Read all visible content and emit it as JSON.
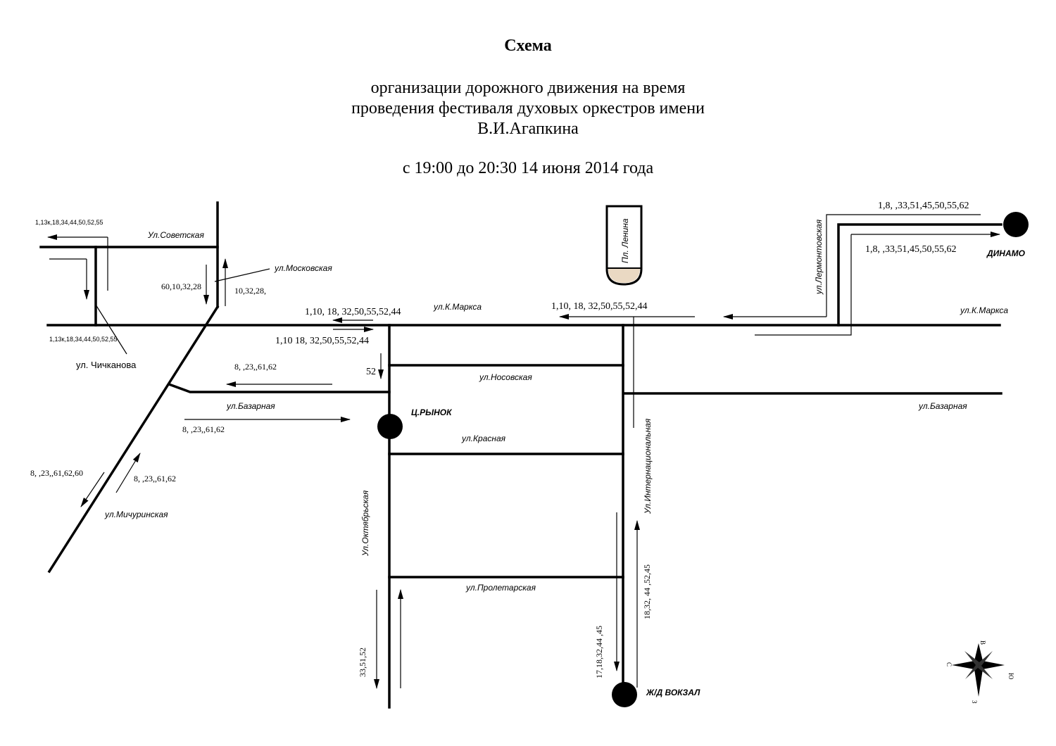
{
  "header": {
    "title": "Схема",
    "subtitle_line1": "организации дорожного движения на время",
    "subtitle_line2": "проведения фестиваля духовых оркестров имени",
    "subtitle_line3": "В.И.Агапкина",
    "time": "с 19:00 до 20:30 14 июня 2014 года"
  },
  "streets": {
    "sovetskaya": "Ул.Советская",
    "moskovskaya": "ул.Московская",
    "k_marksa_left": "ул.К.Маркса",
    "k_marksa_right": "ул.К.Маркса",
    "chichkanova": "ул. Чичканова",
    "nosovskaya": "ул.Носовская",
    "bazarnaya_left": "ул.Базарная",
    "bazarnaya_right": "ул.Базарная",
    "krasnaya": "ул.Красная",
    "michurinskaya": "ул.Мичуринская",
    "oktyabrskaya": "Ул.Октябрьская",
    "internatsionalnaya": "Ул.Интернациональная",
    "proletarskaya": "ул.Пролетарская",
    "lermontovskaya": "ул.Лермонтовская",
    "pl_lenina": "Пл. Ленина"
  },
  "stops": {
    "rynok": "Ц.РЫНОК",
    "dinamo": "ДИНАМО",
    "vokzal": "Ж/Д ВОКЗАЛ"
  },
  "routes": {
    "sovetskaya_top": "1,13к,18,34,44,50,52,55",
    "sovetskaya_bottom": "1,13к,18,34,44,50,52,55",
    "moskovskaya_down": "60,10,32,28",
    "moskovskaya_up": "10,32,28,",
    "marksa_west_upper": "1,10, 18, 32,50,55,52,44",
    "marksa_east_lower": "1,10 18, 32,50,55,52,44",
    "marksa_middle": "1,10, 18, 32,50,55,52,44",
    "dinamo_top": "1,8, ,33,51,45,50,55,62",
    "dinamo_bottom": "1,8, ,33,51,45,50,55,62",
    "route_52": "52",
    "bazarnaya_west": "8, ,23,,61,62",
    "bazarnaya_east": "8, ,23,,61,62",
    "michurinskaya_down": "8, ,23,,61,62,60",
    "michurinskaya_up": "8, ,23,,61,62",
    "oktyabrskaya_routes": "33,51,52",
    "vokzal_down": "17,18,32,44 ,45",
    "internatsionalnaya_up": "18,32, 44 ,52,45"
  },
  "compass": {
    "north": "В",
    "east": "Ю",
    "south": "З",
    "west": "С"
  }
}
